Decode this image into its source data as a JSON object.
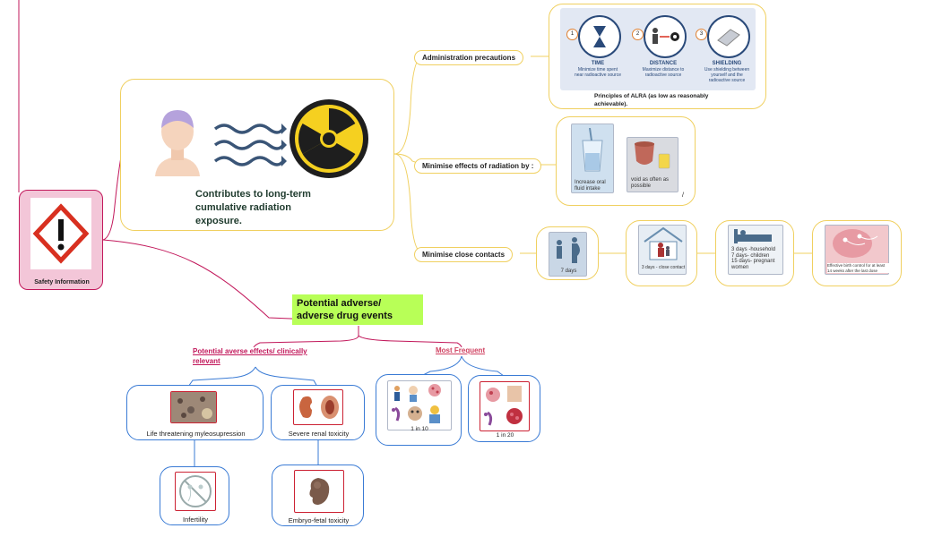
{
  "root": {
    "label": "Safety Information"
  },
  "central": {
    "text": "Contributes to long-term cumulative radiation exposure."
  },
  "branches": {
    "admin": "Administration precautions",
    "minimise_effects": "Minimise effects of radiation by :",
    "minimise_contacts": "Minimise close contacts"
  },
  "alra": {
    "items": [
      {
        "num": "1",
        "title": "TIME",
        "desc": "Minimize time spent near radioactive source"
      },
      {
        "num": "2",
        "title": "DISTANCE",
        "desc": "Maximize distance to radioactive source"
      },
      {
        "num": "3",
        "title": "SHIELDING",
        "desc": "Use shielding between yourself and the radioactive source"
      }
    ],
    "caption": "Principles of ALRA (as low as reasonably achievable)."
  },
  "effects": {
    "fluid": "Increase oral fluid intake",
    "void": "void as often as possible",
    "mark": "/"
  },
  "contacts": {
    "pregnant": "7 days",
    "close": "3 days - close contact",
    "household": "3 days -household\n7 days- children\n15 days- pregnant women",
    "birth_control": "Effective birth control for at least 14 weeks after the last dose"
  },
  "adverse": {
    "title": "Potential adverse/ adverse drug events",
    "clinical": "Potential averse effects/ clinically relevant",
    "frequent": "Most Frequent",
    "myelo": "Life threatening myleosupression",
    "renal": "Severe renal toxicity",
    "infertility": "Infertility",
    "embryo": "Embryo-fetal toxicity",
    "one_in_10": "1 in 10",
    "one_in_20": "1 in 20"
  },
  "colors": {
    "root_fill": "#f3c6d8",
    "root_border": "#c2185b",
    "title_fill": "#b8ff57",
    "accent_pink": "#c2185b",
    "yellow_border": "#f0d060",
    "blue_border": "#3a7bd5"
  }
}
